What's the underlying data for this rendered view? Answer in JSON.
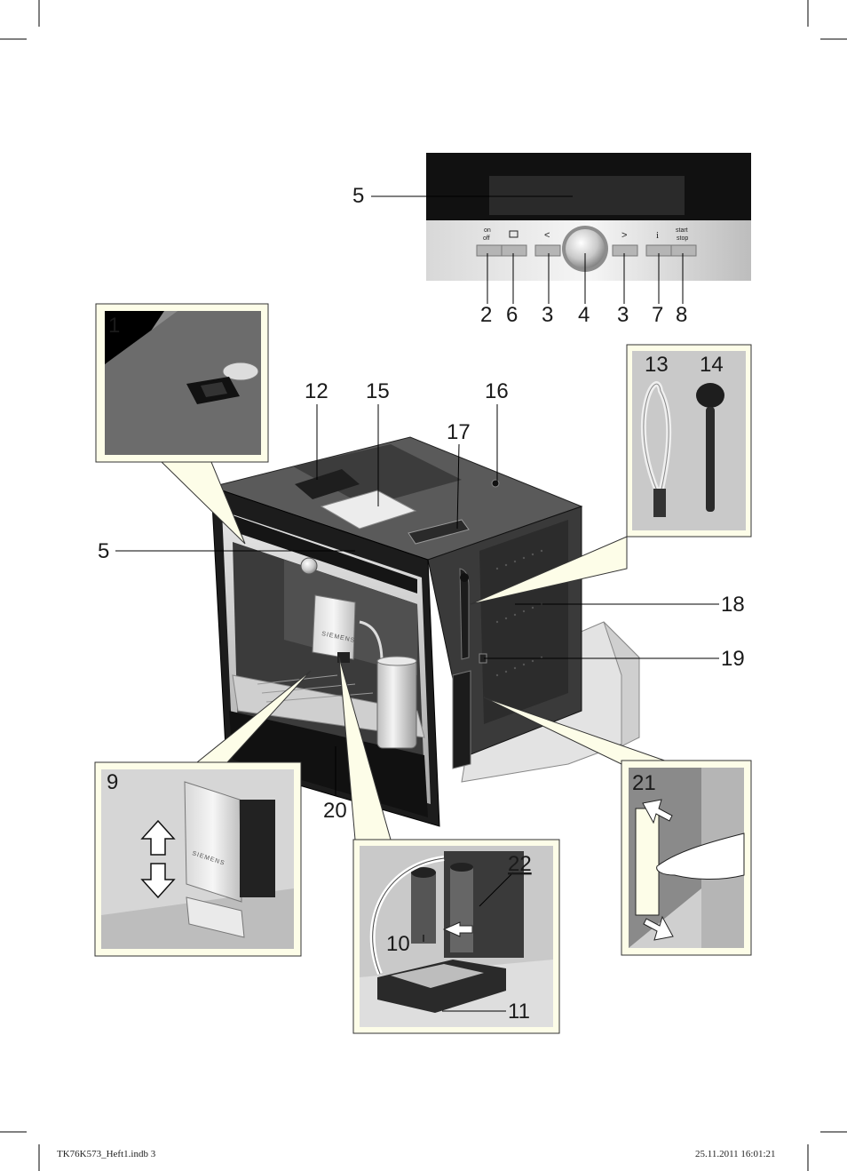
{
  "panel": {
    "label_on": "on",
    "label_off": "off",
    "label_left": "<",
    "label_right": ">",
    "label_info": "i",
    "label_start": "start",
    "label_stop": "stop"
  },
  "callouts": {
    "display_top": "5",
    "display_front": "5",
    "p2": "2",
    "p6": "6",
    "p3a": "3",
    "p4": "4",
    "p3b": "3",
    "p7": "7",
    "p8": "8",
    "c1": "1",
    "c9": "9",
    "c10": "10",
    "c11": "11",
    "c12": "12",
    "c13": "13",
    "c14": "14",
    "c15": "15",
    "c16": "16",
    "c17": "17",
    "c18": "18",
    "c19": "19",
    "c20": "20",
    "c21": "21",
    "c22": "22"
  },
  "brand": "SIEMENS",
  "footer": {
    "left": "TK76K573_Heft1.indb   3",
    "right": "25.11.2011   16:01:21"
  }
}
